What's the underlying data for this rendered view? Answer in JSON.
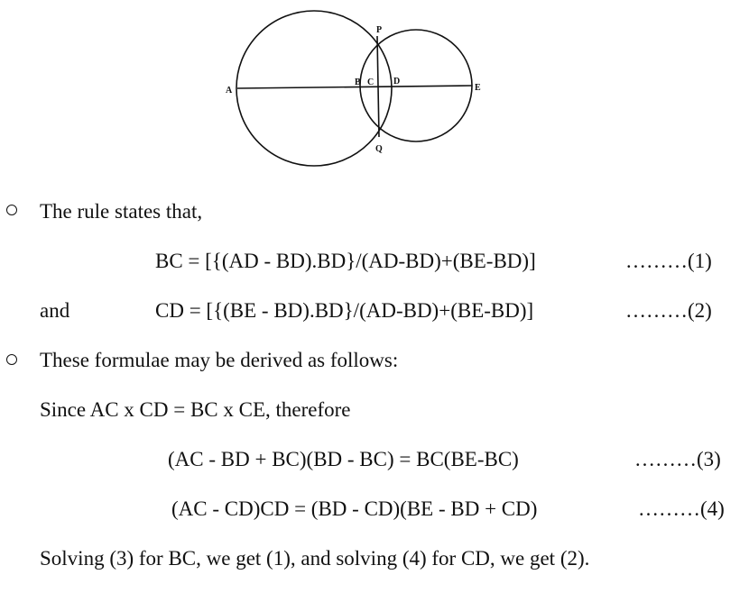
{
  "figure": {
    "points": {
      "A": "A",
      "B": "B",
      "C": "C",
      "D": "D",
      "E": "E",
      "P": "P",
      "Q": "Q"
    }
  },
  "intro": "The rule states that,",
  "eq1": {
    "lhs": "BC = [{(AD - BD).BD}/(AD-BD)+(BE-BD)]",
    "num": "………(1)"
  },
  "and_label": "and",
  "eq2": {
    "lhs": "CD = [{(BE - BD).BD}/(AD-BD)+(BE-BD)]",
    "num": "………(2)"
  },
  "derive_intro": "These formulae may be derived as follows:",
  "since_line": "Since AC x CD = BC x CE, therefore",
  "eq3": {
    "lhs": "(AC - BD + BC)(BD - BC) = BC(BE-BC)",
    "num": "………(3)"
  },
  "eq4": {
    "lhs": "(AC - CD)CD = (BD - CD)(BE - BD + CD)",
    "num": "………(4)"
  },
  "conclusion": "Solving (3) for BC, we get (1), and solving (4) for CD, we get (2)."
}
